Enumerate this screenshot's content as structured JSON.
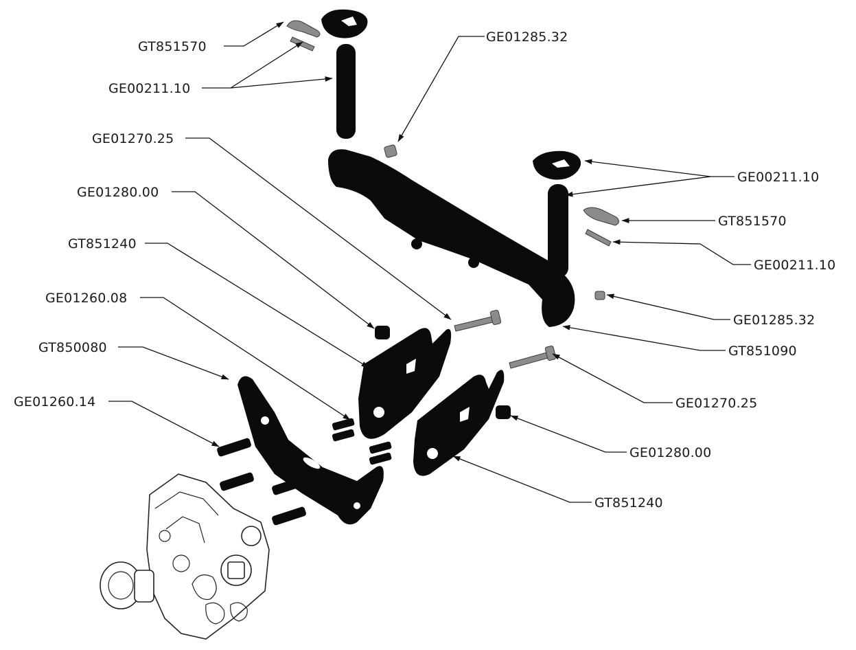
{
  "diagram": {
    "callouts": [
      {
        "id": "c1",
        "text": "GT851570"
      },
      {
        "id": "c2",
        "text": "GE00211.10"
      },
      {
        "id": "c3",
        "text": "GE01285.32"
      },
      {
        "id": "c4",
        "text": "GE01270.25"
      },
      {
        "id": "c5",
        "text": "GE01280.00"
      },
      {
        "id": "c6",
        "text": "GT851240"
      },
      {
        "id": "c7",
        "text": "GE01260.08"
      },
      {
        "id": "c8",
        "text": "GT850080"
      },
      {
        "id": "c9",
        "text": "GE01260.14"
      },
      {
        "id": "c10",
        "text": "GE00211.10"
      },
      {
        "id": "c11",
        "text": "GT851570"
      },
      {
        "id": "c12",
        "text": "GE00211.10"
      },
      {
        "id": "c13",
        "text": "GE01285.32"
      },
      {
        "id": "c14",
        "text": "GT851090"
      },
      {
        "id": "c15",
        "text": "GE01270.25"
      },
      {
        "id": "c16",
        "text": "GE01280.00"
      },
      {
        "id": "c17",
        "text": "GT851240"
      }
    ]
  }
}
